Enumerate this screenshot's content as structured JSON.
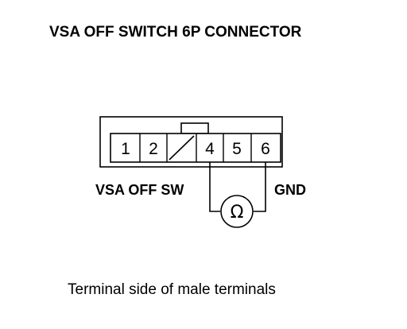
{
  "title": "VSA OFF SWITCH 6P CONNECTOR",
  "connector": {
    "terminals": [
      "1",
      "2",
      "",
      "4",
      "5",
      "6"
    ],
    "blank_terminal_marker": "slash"
  },
  "labels": {
    "left_wire": "VSA OFF SW",
    "right_wire": "GND"
  },
  "meter": {
    "symbol": "Ω",
    "icon": "ohmmeter-icon"
  },
  "caption": "Terminal side of male terminals"
}
